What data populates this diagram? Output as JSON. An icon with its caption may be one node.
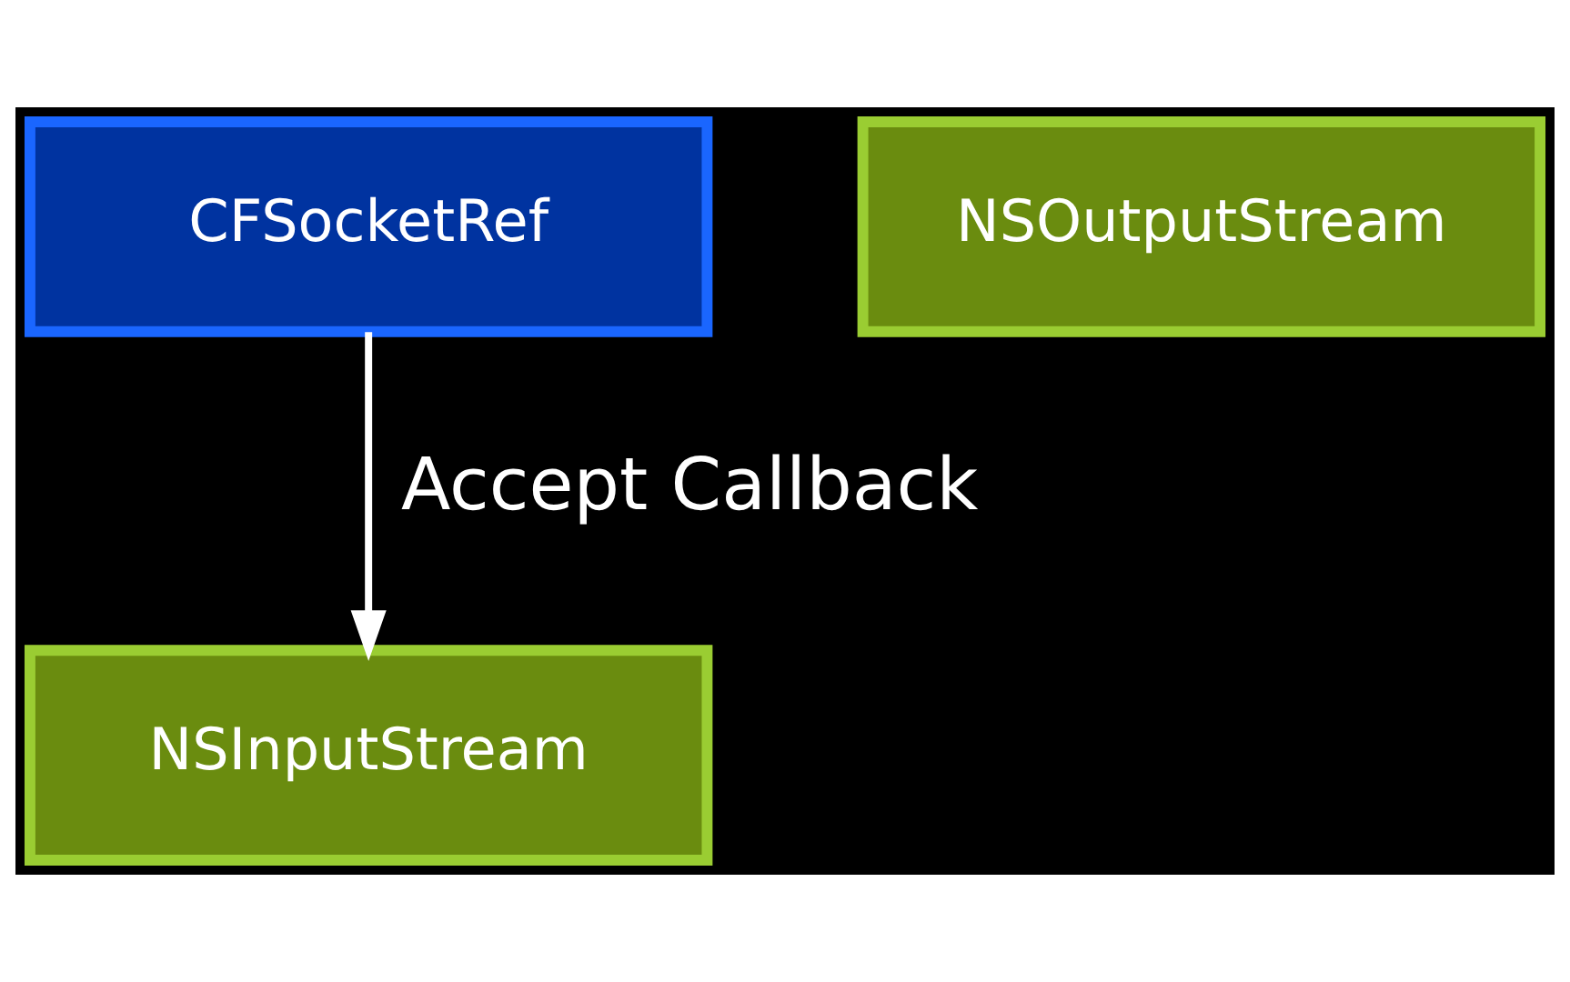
{
  "diagram": {
    "nodes": [
      {
        "text": [
          "CFSocketRef"
        ]
      },
      {
        "text": [
          "NSInputStream"
        ]
      },
      {
        "text": [
          "NSOutputStream"
        ]
      }
    ],
    "edges": [
      {
        "from": 0,
        "to": 1,
        "arrow": "to",
        "label": "Accept Callback"
      }
    ]
  }
}
